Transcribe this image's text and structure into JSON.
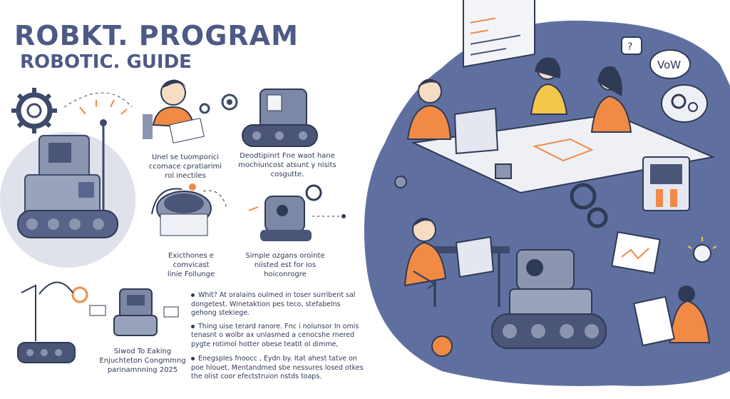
{
  "header": {
    "title": "ROBKT. PROGRAM",
    "subtitle": "ROBOTIC. GUIDE"
  },
  "captions": [
    {
      "lines": [
        "Unel se tuomporici",
        "ccomace cpratiarimi",
        "rol inectiles"
      ]
    },
    {
      "lines": [
        "Deodtipinrt Fne waot hane",
        "mochiuncost atsunt y nisits",
        "cosgutte."
      ]
    },
    {
      "lines": [
        "Exicthones e comvicast",
        "linie Follunge"
      ]
    },
    {
      "lines": [
        "Simple ozgans orointe",
        "niisted est for ios",
        "hoiconrogre"
      ]
    },
    {
      "lines": [
        "Siwod To Eaking",
        "Enjuchteton Congmmng",
        "parinamnning 2025"
      ]
    }
  ],
  "bullets": [
    {
      "lines": [
        "Whit? At oralains  oulmed in toser surribent sal",
        "dongetest. Winetaktion pes teco,  stefabelns",
        "gehong stekiege."
      ]
    },
    {
      "lines": [
        "Thing uise terard ranore. Fnc i nolunsor  In omis",
        "tenasnt  o wolbr ax unlasmed a cenocshe rnered",
        "pygte rotimol hotter obese teatit ol dimme,"
      ]
    },
    {
      "lines": [
        "Enegsples fnoocc , Eydn by. Itat ahest tatve on",
        "poe hlouet. Mentandmed sbe nessures  losed otkes",
        "the olist coor efectstruion nstds toaps."
      ]
    }
  ],
  "speech_bubble": "VoW",
  "colors": {
    "accent": "#4d5a86",
    "orange": "#f08a45",
    "blob": "#5f70a0",
    "robot": "#7d88a6"
  }
}
